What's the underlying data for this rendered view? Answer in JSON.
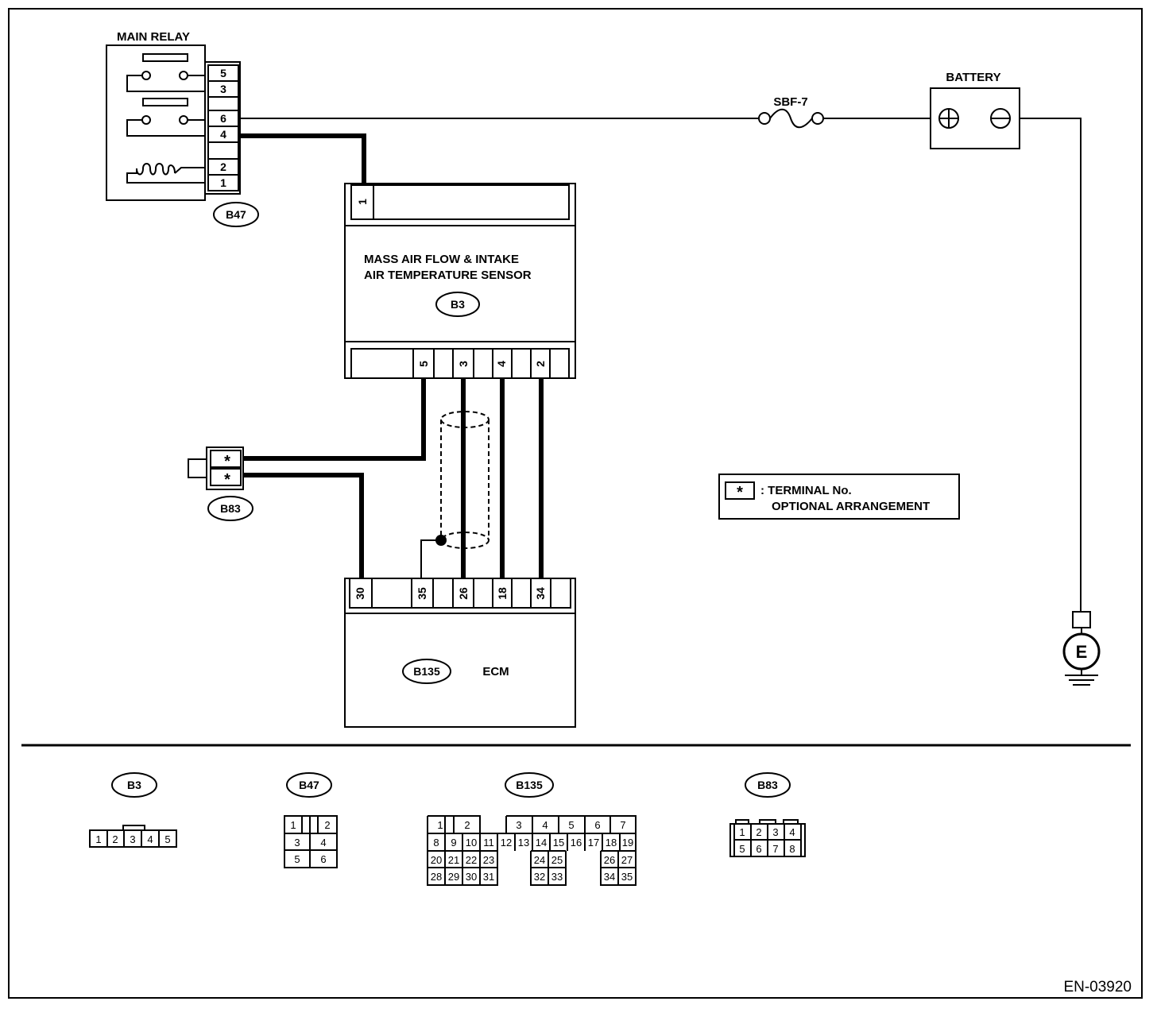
{
  "diagram": {
    "code": "EN-03920",
    "legend": {
      "symbol": "*",
      "line1": ": TERMINAL No.",
      "line2": "OPTIONAL ARRANGEMENT"
    },
    "main_relay": {
      "title": "MAIN RELAY",
      "connector": "B47",
      "pins": [
        "5",
        "3",
        "6",
        "4",
        "2",
        "1"
      ]
    },
    "fuse": {
      "label": "SBF-7"
    },
    "battery": {
      "label": "BATTERY"
    },
    "ground": {
      "label": "E"
    },
    "maf_sensor": {
      "name_line1": "MASS AIR FLOW & INTAKE",
      "name_line2": "AIR TEMPERATURE SENSOR",
      "connector": "B3",
      "top_pin": "1",
      "bottom_pins": [
        "5",
        "3",
        "4",
        "2"
      ]
    },
    "b83": {
      "connector": "B83",
      "pins": [
        "*",
        "*"
      ]
    },
    "ecm": {
      "name": "ECM",
      "connector": "B135",
      "pins": [
        "30",
        "35",
        "26",
        "18",
        "34"
      ]
    },
    "connector_views": {
      "b3": {
        "label": "B3",
        "cells": [
          "1",
          "2",
          "3",
          "4",
          "5"
        ]
      },
      "b47": {
        "label": "B47",
        "rows": [
          [
            "1",
            "2"
          ],
          [
            "3",
            "4"
          ],
          [
            "5",
            "6"
          ]
        ]
      },
      "b135": {
        "label": "B135",
        "rows": [
          [
            "1",
            "2",
            "3",
            "4",
            "5",
            "6",
            "7"
          ],
          [
            "8",
            "9",
            "10",
            "11",
            "12",
            "13",
            "14",
            "15",
            "16",
            "17",
            "18",
            "19"
          ],
          [
            "20",
            "21",
            "22",
            "23",
            "24",
            "25",
            "26",
            "27"
          ],
          [
            "28",
            "29",
            "30",
            "31",
            "32",
            "33",
            "34",
            "35"
          ]
        ]
      },
      "b83": {
        "label": "B83",
        "rows": [
          [
            "1",
            "2",
            "3",
            "4"
          ],
          [
            "5",
            "6",
            "7",
            "8"
          ]
        ]
      }
    }
  }
}
